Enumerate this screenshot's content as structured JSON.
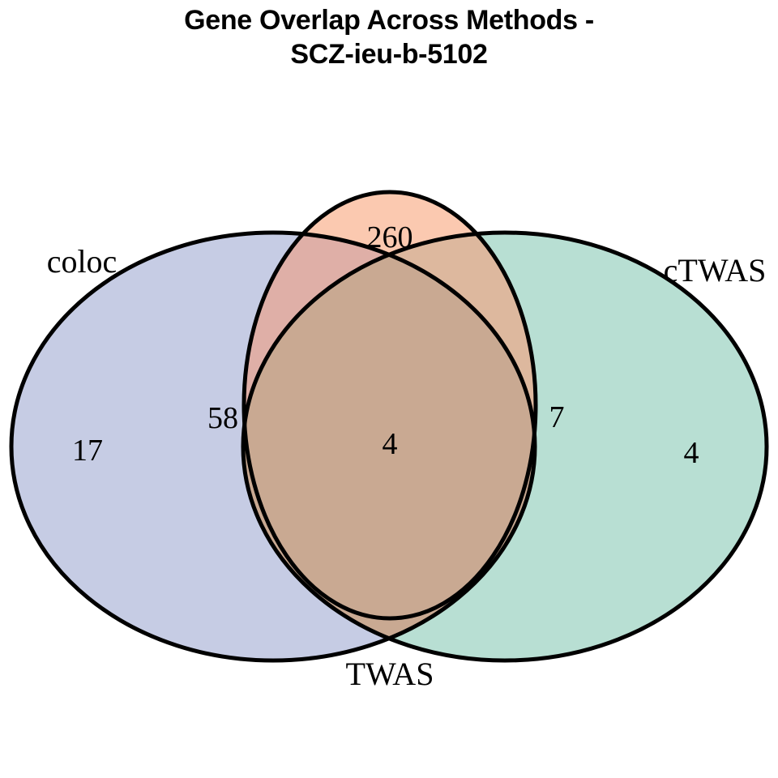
{
  "title": {
    "text": "Gene Overlap Across Methods -\nSCZ-ieu-b-5102",
    "line1": "Gene Overlap Across Methods -",
    "line2": "SCZ-ieu-b-5102"
  },
  "chart_data": {
    "type": "venn",
    "title": "Gene Overlap Across Methods - SCZ-ieu-b-5102",
    "sets": [
      "coloc",
      "TWAS",
      "cTWAS"
    ],
    "set_labels": {
      "coloc": "coloc",
      "twas": "TWAS",
      "ctwas": "cTWAS"
    },
    "regions": [
      {
        "id": "coloc_only",
        "label": "coloc only",
        "sets": [
          "coloc"
        ],
        "value": 17,
        "fill": "#C6CCE4"
      },
      {
        "id": "twas_only",
        "label": "TWAS only",
        "sets": [
          "TWAS"
        ],
        "value": 260,
        "fill": "#FBC9B0"
      },
      {
        "id": "ctwas_only",
        "label": "cTWAS only",
        "sets": [
          "cTWAS"
        ],
        "value": 4,
        "fill": "#B8DFD3"
      },
      {
        "id": "coloc_twas",
        "label": "coloc and TWAS",
        "sets": [
          "coloc",
          "TWAS"
        ],
        "value": 58,
        "fill": "#DFAFA7"
      },
      {
        "id": "twas_ctwas",
        "label": "TWAS and cTWAS",
        "sets": [
          "TWAS",
          "cTWAS"
        ],
        "value": 7,
        "fill": "#DDB89E"
      },
      {
        "id": "coloc_ctwas",
        "label": "coloc and cTWAS",
        "sets": [
          "coloc",
          "cTWAS"
        ],
        "value": null,
        "fill": "#C9A992"
      },
      {
        "id": "coloc_twas_ctwas",
        "label": "coloc, TWAS and cTWAS",
        "sets": [
          "coloc",
          "TWAS",
          "cTWAS"
        ],
        "value": 4,
        "fill": "#C9A992"
      }
    ],
    "counts": {
      "coloc_only": 17,
      "twas_only": 260,
      "ctwas_only": 4,
      "coloc_twas": 58,
      "twas_ctwas": 7,
      "triple": 4
    },
    "colors": {
      "coloc": "#C6CCE4",
      "twas": "#FBC9B0",
      "ctwas": "#B8DFD3",
      "coloc_twas": "#DFAFA7",
      "twas_ctwas": "#DDB89E",
      "triple": "#C9A992",
      "outline": "#000000",
      "background": "#FFFFFF",
      "text": "#000000"
    },
    "legend": "none",
    "grid": false
  },
  "counts_display": {
    "coloc_only": "17",
    "twas_only": "260",
    "ctwas_only": "4",
    "coloc_twas": "58",
    "twas_ctwas": "7",
    "triple": "4"
  }
}
